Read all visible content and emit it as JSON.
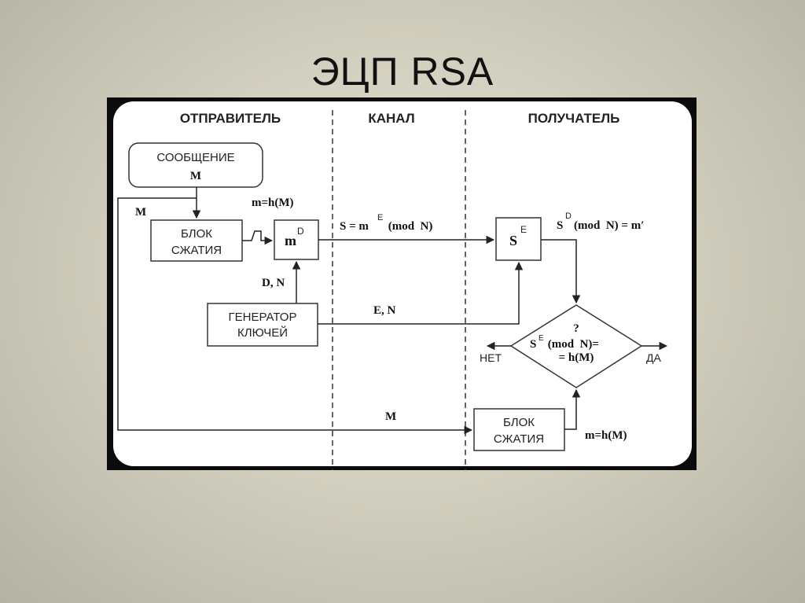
{
  "title": "ЭЦП RSA",
  "columns": {
    "sender": "ОТПРАВИТЕЛЬ",
    "channel": "КАНАЛ",
    "receiver": "ПОЛУЧАТЕЛЬ"
  },
  "blocks": {
    "message_line1": "СООБЩЕНИЕ",
    "message_line2": "M",
    "compress1_line1": "БЛОК",
    "compress1_line2": "СЖАТИЯ",
    "sign_base": "m",
    "sign_exp": "D",
    "keygen_line1": "ГЕНЕРАТОР",
    "keygen_line2": "КЛЮЧЕЙ",
    "verify_base": "S",
    "verify_exp": "E",
    "compress2_line1": "БЛОК",
    "compress2_line2": "СЖАТИЯ"
  },
  "decision": {
    "q": "?",
    "line1_base": "S",
    "line1_exp": "E",
    "line1_rest": " (mod  N)=",
    "line2": "= h(M)",
    "no": "НЕТ",
    "yes": "ДА"
  },
  "labels": {
    "m_left": "M",
    "hash_top": "m=h(M)",
    "signature_base": "S = m",
    "signature_exp": "E",
    "signature_rest": " (mod  N)",
    "check_base": "S",
    "check_exp": "D",
    "check_rest": "(mod  N) = m′",
    "private_key": "D, N",
    "public_key": "E, N",
    "m_bottom": "M",
    "hash_bottom": "m=h(M)"
  }
}
